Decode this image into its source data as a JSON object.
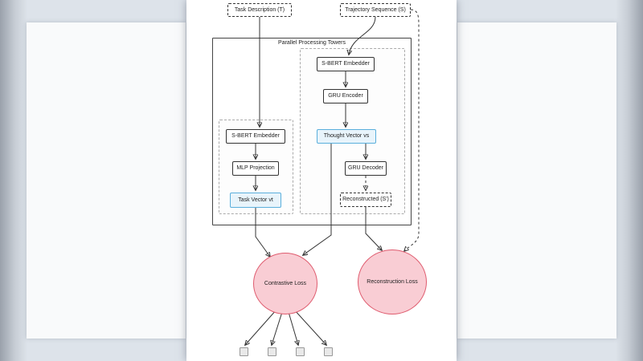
{
  "page": {
    "background": "#dde3ea",
    "canvas": "#ffffff"
  },
  "diagram": {
    "inputs": {
      "task_description": "Task Description (T)",
      "trajectory_sequence": "Trajectory Sequence (S)"
    },
    "container_label": "Parallel Processing Towers",
    "task_tower": {
      "sbert_embedder": "S-BERT Embedder",
      "mlp_projection": "MLP Projection",
      "task_vector": "Task Vector vt"
    },
    "trajectory_tower": {
      "sbert_embedder": "S-BERT Embedder",
      "gru_encoder": "GRU Encoder",
      "thought_vector": "Thought Vector vs",
      "gru_decoder": "GRU Decoder",
      "reconstructed": "Reconstructed (S')"
    },
    "losses": {
      "contrastive": "Contrastive Loss",
      "reconstruction": "Reconstruction Loss"
    },
    "output_squares": 4,
    "colors": {
      "node_border": "#333333",
      "node_fill": "#ffffff",
      "highlight_border": "#5aafdc",
      "highlight_fill": "#e8f4fb",
      "loss_fill": "#f9cdd4",
      "loss_border": "#df5b6e",
      "connector": "#333333"
    }
  }
}
